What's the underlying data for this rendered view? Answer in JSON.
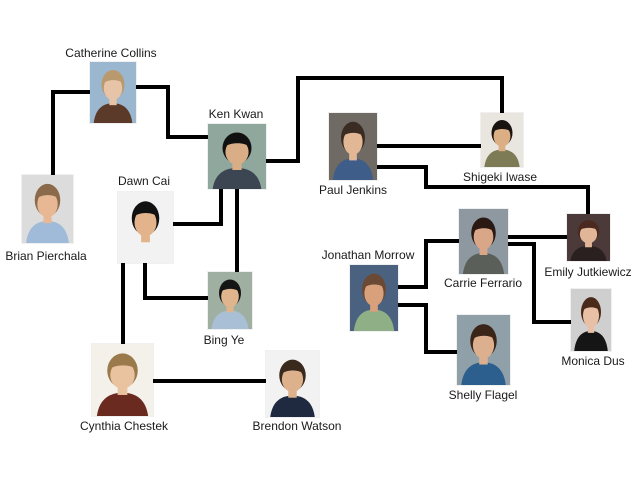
{
  "people": [
    {
      "id": "catherine-collins",
      "name": "Catherine Collins",
      "bg": "#9bb7cf",
      "skin": "#e7c3a7",
      "hair": "#b99a6e",
      "shirt": "#5b3a2a"
    },
    {
      "id": "ken-kwan",
      "name": "Ken Kwan",
      "bg": "#8fa79c",
      "skin": "#d9ae86",
      "hair": "#111111",
      "shirt": "#3b4652"
    },
    {
      "id": "paul-jenkins",
      "name": "Paul Jenkins",
      "bg": "#6f6a63",
      "skin": "#e2b796",
      "hair": "#3a2c22",
      "shirt": "#3f5d89"
    },
    {
      "id": "shigeki-iwase",
      "name": "Shigeki Iwase",
      "bg": "#e9e6e0",
      "skin": "#dcae84",
      "hair": "#1a1410",
      "shirt": "#7d7a56"
    },
    {
      "id": "brian-pierchala",
      "name": "Brian Pierchala",
      "bg": "#dcdcdc",
      "skin": "#e8b894",
      "hair": "#8a6a4a",
      "shirt": "#9fbbd9"
    },
    {
      "id": "dawn-cai",
      "name": "Dawn Cai",
      "bg": "#f2f2f2",
      "skin": "#e3b48c",
      "hair": "#111111",
      "shirt": "#f2f2f2"
    },
    {
      "id": "bing-ye",
      "name": "Bing Ye",
      "bg": "#9fb0a3",
      "skin": "#e0b58e",
      "hair": "#151515",
      "shirt": "#a9bfd6"
    },
    {
      "id": "carrie-ferrario",
      "name": "Carrie Ferrario",
      "bg": "#8d98a0",
      "skin": "#d9a788",
      "hair": "#2a1812",
      "shirt": "#5b5f5a"
    },
    {
      "id": "emily-jutkiewicz",
      "name": "Emily Jutkiewicz",
      "bg": "#4c3a3a",
      "skin": "#e1b597",
      "hair": "#4a2a20",
      "shirt": "#2b2020"
    },
    {
      "id": "jonathan-morrow",
      "name": "Jonathan Morrow",
      "bg": "#4a6280",
      "skin": "#d9a07c",
      "hair": "#6a4a34",
      "shirt": "#8fb087"
    },
    {
      "id": "monica-dus",
      "name": "Monica Dus",
      "bg": "#cfcfcf",
      "skin": "#e8c0a6",
      "hair": "#4a2a1a",
      "shirt": "#151515"
    },
    {
      "id": "shelly-flagel",
      "name": "Shelly Flagel",
      "bg": "#8fa0a8",
      "skin": "#dcb08e",
      "hair": "#3b2418",
      "shirt": "#2d5f8e"
    },
    {
      "id": "cynthia-chestek",
      "name": "Cynthia Chestek",
      "bg": "#f4f1ea",
      "skin": "#e9c2a0",
      "hair": "#9a7a4a",
      "shirt": "#6a2a20"
    },
    {
      "id": "brendon-watson",
      "name": "Brendon Watson",
      "bg": "#f2f2f2",
      "skin": "#deb18d",
      "hair": "#3a2a1e",
      "shirt": "#1f2a40"
    }
  ]
}
